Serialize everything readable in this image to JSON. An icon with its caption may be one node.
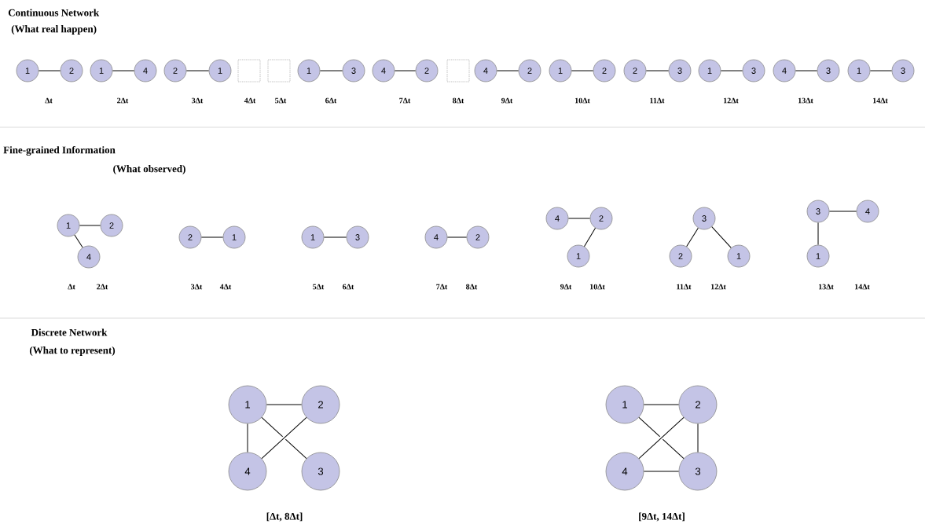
{
  "diagram": {
    "nodes": [
      {
        "text": [
          "1"
        ]
      },
      {
        "text": [
          "2"
        ]
      },
      {
        "text": [
          "1"
        ]
      },
      {
        "text": [
          "4"
        ]
      },
      {
        "text": [
          "2"
        ]
      },
      {
        "text": [
          "1"
        ]
      },
      {
        "text": [],
        "shape": "box"
      },
      {
        "text": [],
        "shape": "box"
      },
      {
        "text": [
          "1"
        ]
      },
      {
        "text": [
          "3"
        ]
      },
      {
        "text": [
          "4"
        ]
      },
      {
        "text": [
          "2"
        ]
      },
      {
        "text": [],
        "shape": "box"
      },
      {
        "text": [
          "4"
        ]
      },
      {
        "text": [
          "2"
        ]
      },
      {
        "text": [
          "1"
        ]
      },
      {
        "text": [
          "2"
        ]
      },
      {
        "text": [
          "2"
        ]
      },
      {
        "text": [
          "3"
        ]
      },
      {
        "text": [
          "1"
        ]
      },
      {
        "text": [
          "3"
        ]
      },
      {
        "text": [
          "4"
        ]
      },
      {
        "text": [
          "3"
        ]
      },
      {
        "text": [
          "1"
        ]
      },
      {
        "text": [
          "3"
        ]
      },
      {
        "text": [
          "1"
        ]
      },
      {
        "text": [
          "2"
        ]
      },
      {
        "text": [
          "4"
        ]
      },
      {
        "text": [
          "2"
        ]
      },
      {
        "text": [
          "1"
        ]
      },
      {
        "text": [
          "1"
        ]
      },
      {
        "text": [
          "3"
        ]
      },
      {
        "text": [
          "4"
        ]
      },
      {
        "text": [
          "2"
        ]
      },
      {
        "text": [
          "4"
        ]
      },
      {
        "text": [
          "2"
        ]
      },
      {
        "text": [
          "1"
        ]
      },
      {
        "text": [
          "3"
        ]
      },
      {
        "text": [
          "2"
        ]
      },
      {
        "text": [
          "1"
        ]
      },
      {
        "text": [
          "3"
        ]
      },
      {
        "text": [
          "4"
        ]
      },
      {
        "text": [
          "1"
        ]
      },
      {
        "text": [
          "1"
        ]
      },
      {
        "text": [
          "2"
        ]
      },
      {
        "text": [
          "4"
        ]
      },
      {
        "text": [
          "3"
        ]
      },
      {
        "text": [
          "1"
        ]
      },
      {
        "text": [
          "2"
        ]
      },
      {
        "text": [
          "4"
        ]
      },
      {
        "text": [
          "3"
        ]
      }
    ],
    "edges": [
      {
        "from": 0,
        "to": 1,
        "arrow": "none"
      },
      {
        "from": 2,
        "to": 3,
        "arrow": "none"
      },
      {
        "from": 4,
        "to": 5,
        "arrow": "none"
      },
      {
        "from": 8,
        "to": 9,
        "arrow": "none"
      },
      {
        "from": 10,
        "to": 11,
        "arrow": "none"
      },
      {
        "from": 13,
        "to": 14,
        "arrow": "none"
      },
      {
        "from": 15,
        "to": 16,
        "arrow": "none"
      },
      {
        "from": 17,
        "to": 18,
        "arrow": "none"
      },
      {
        "from": 19,
        "to": 20,
        "arrow": "none"
      },
      {
        "from": 21,
        "to": 22,
        "arrow": "none"
      },
      {
        "from": 23,
        "to": 24,
        "arrow": "none"
      },
      {
        "from": 25,
        "to": 26,
        "arrow": "none"
      },
      {
        "from": 25,
        "to": 27,
        "arrow": "none"
      },
      {
        "from": 28,
        "to": 29,
        "arrow": "none"
      },
      {
        "from": 30,
        "to": 31,
        "arrow": "none"
      },
      {
        "from": 32,
        "to": 33,
        "arrow": "none"
      },
      {
        "from": 34,
        "to": 35,
        "arrow": "none"
      },
      {
        "from": 35,
        "to": 36,
        "arrow": "none"
      },
      {
        "from": 37,
        "to": 38,
        "arrow": "none"
      },
      {
        "from": 37,
        "to": 39,
        "arrow": "none"
      },
      {
        "from": 40,
        "to": 41,
        "arrow": "none"
      },
      {
        "from": 40,
        "to": 42,
        "arrow": "none"
      },
      {
        "from": 43,
        "to": 44,
        "arrow": "none"
      },
      {
        "from": 43,
        "to": 45,
        "arrow": "none"
      },
      {
        "from": 43,
        "to": 46,
        "arrow": "none"
      },
      {
        "from": 44,
        "to": 45,
        "arrow": "none"
      },
      {
        "from": 47,
        "to": 48,
        "arrow": "none"
      },
      {
        "from": 47,
        "to": 50,
        "arrow": "none"
      },
      {
        "from": 48,
        "to": 49,
        "arrow": "none"
      },
      {
        "from": 48,
        "to": 50,
        "arrow": "none"
      },
      {
        "from": 49,
        "to": 50,
        "arrow": "none"
      }
    ],
    "labels": [
      "Continuous Network",
      "(What real happen)",
      "Δt",
      "2Δt",
      "3Δt",
      "4Δt",
      "5Δt",
      "6Δt",
      "7Δt",
      "8Δt",
      "9Δt",
      "10Δt",
      "11Δt",
      "12Δt",
      "13Δt",
      "14Δt",
      "Fine-grained Information",
      "(What observed)",
      "Δt",
      "2Δt",
      "3Δt",
      "4Δt",
      "5Δt",
      "6Δt",
      "7Δt",
      "8Δt",
      "9Δt",
      "10Δt",
      "11Δt",
      "12Δt",
      "13Δt",
      "14Δt",
      "Discrete Network",
      "(What to represent)",
      "[Δt, 8Δt]",
      "[9Δt, 14Δt]"
    ]
  }
}
